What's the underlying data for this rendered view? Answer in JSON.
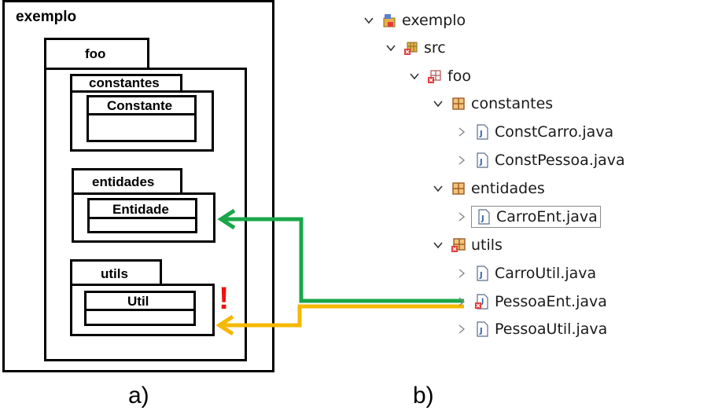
{
  "diagram_a": {
    "project": "exemplo",
    "package": "foo",
    "subpackages": [
      {
        "name": "constantes",
        "class_name": "Constante"
      },
      {
        "name": "entidades",
        "class_name": "Entidade"
      },
      {
        "name": "utils",
        "class_name": "Util"
      }
    ],
    "warning_mark": "!",
    "caption": "a)"
  },
  "tree_b": {
    "project": "exemplo",
    "src": "src",
    "package": "foo",
    "constantes": {
      "label": "constantes",
      "files": [
        "ConstCarro.java",
        "ConstPessoa.java"
      ]
    },
    "entidades": {
      "label": "entidades",
      "files": [
        "CarroEnt.java"
      ]
    },
    "utils": {
      "label": "utils",
      "files": [
        "CarroUtil.java",
        "PessoaEnt.java",
        "PessoaUtil.java"
      ]
    },
    "caption": "b)"
  },
  "colors": {
    "green_arrow": "#1aa64a",
    "yellow_arrow": "#f5b800",
    "warning": "#ee1111"
  }
}
